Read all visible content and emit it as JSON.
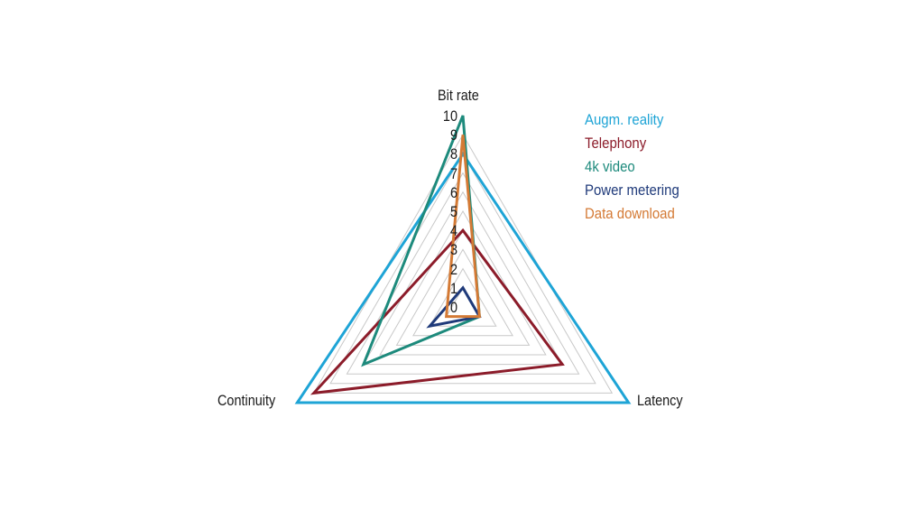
{
  "chart_data": {
    "type": "radar",
    "title": "",
    "axes": [
      "Bit rate",
      "Latency",
      "Continuity"
    ],
    "scale": {
      "min": 0,
      "max": 10,
      "ticks": [
        0,
        1,
        2,
        3,
        4,
        5,
        6,
        7,
        8,
        9,
        10
      ]
    },
    "grid": true,
    "legend_position": "top-right",
    "series": [
      {
        "name": "Augm. reality",
        "color": "#1ea4d6",
        "values": [
          8,
          10,
          10
        ]
      },
      {
        "name": "Telephony",
        "color": "#8c1c2a",
        "values": [
          4,
          6,
          9
        ]
      },
      {
        "name": "4k video",
        "color": "#1d8a7c",
        "values": [
          10,
          1,
          6
        ]
      },
      {
        "name": "Power metering",
        "color": "#1f3a7a",
        "values": [
          1,
          1,
          2
        ]
      },
      {
        "name": "Data download",
        "color": "#d47a35",
        "values": [
          9,
          1,
          1
        ]
      }
    ]
  },
  "labels": {
    "bitrate": "Bit rate",
    "latency": "Latency",
    "continuity": "Continuity"
  },
  "ticks": [
    "10",
    "9",
    "8",
    "7",
    "6",
    "5",
    "4",
    "3",
    "2",
    "1",
    "0"
  ],
  "legend": [
    "Augm. reality",
    "Telephony",
    "4k video",
    "Power metering",
    "Data download"
  ]
}
